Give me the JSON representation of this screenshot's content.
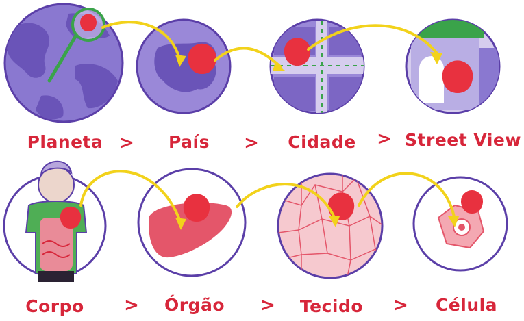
{
  "rows": [
    {
      "labels": [
        "Planeta",
        "País",
        "Cidade",
        "Street View"
      ]
    },
    {
      "labels": [
        "Corpo",
        "Órgão",
        "Tecido",
        "Célula"
      ]
    }
  ],
  "separator": ">",
  "colors": {
    "label": "#d7263a",
    "circle_outline": "#5b3fa8",
    "globe_fill": "#8a78d0",
    "land_fill": "#6a54b8",
    "arrow": "#f2d21b",
    "pin": "#e8313f",
    "tissue": "#f6c9cf",
    "organ": "#e4566a",
    "roof_green": "#3aa34a"
  },
  "icons": [
    "map-pin-icon",
    "magnifier-icon",
    "globe-icon",
    "country-map-icon",
    "city-grid-icon",
    "street-view-icon",
    "human-body-icon",
    "liver-icon",
    "tissue-icon",
    "cell-icon"
  ]
}
